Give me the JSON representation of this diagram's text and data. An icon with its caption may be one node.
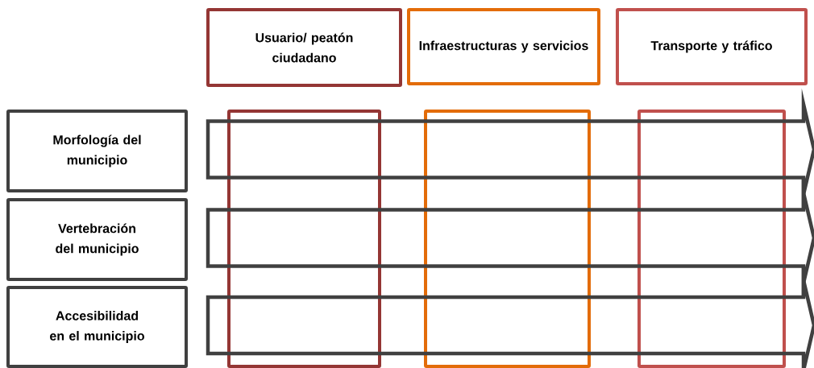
{
  "diagram": {
    "nodes": [
      {
        "text": [
          "Usuario/ peatón ciudadano"
        ]
      },
      {
        "text": [
          "Infraestructuras y servicios"
        ]
      },
      {
        "text": [
          "Transporte y tráfico"
        ]
      },
      {
        "text": [
          "Morfología del municipio"
        ]
      },
      {
        "text": [
          "Vertebración del municipio"
        ]
      },
      {
        "text": [
          "Accesibilidad en el municipio"
        ]
      },
      {
        "text": [],
        "shape": "box"
      },
      {
        "text": [],
        "shape": "box"
      },
      {
        "text": [],
        "shape": "box"
      }
    ],
    "edges": [
      {
        "from": 3,
        "to": null,
        "arrow": "to",
        "style": "thick"
      },
      {
        "from": 4,
        "to": null,
        "arrow": "to",
        "style": "thick"
      },
      {
        "from": 5,
        "to": null,
        "arrow": "to",
        "style": "thick"
      }
    ]
  }
}
